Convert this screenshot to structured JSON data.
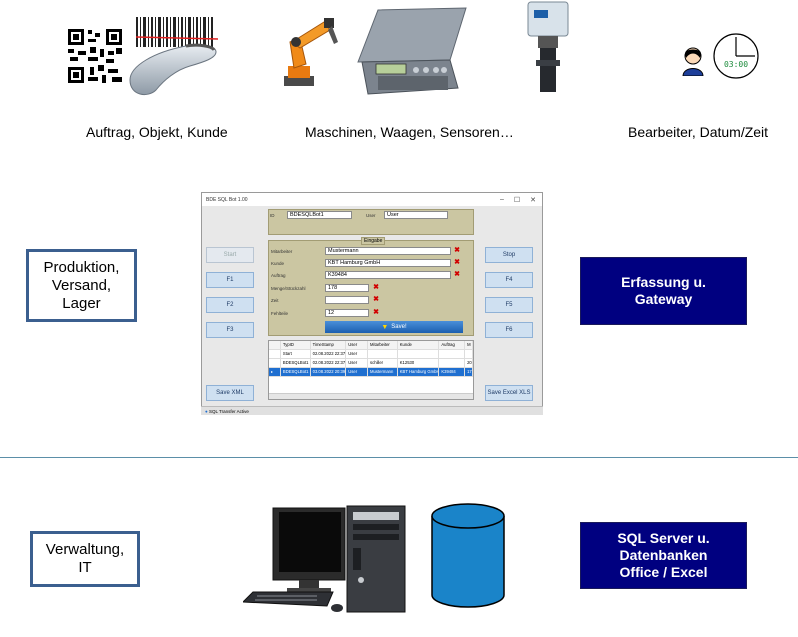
{
  "top_captions": {
    "left": "Auftrag, Objekt, Kunde",
    "middle": "Maschinen, Waagen, Sensoren…",
    "right": "Bearbeiter, Datum/Zeit"
  },
  "clock_display": "03:00",
  "left_boxes": {
    "production": [
      "Produktion,",
      "Versand,",
      "Lager"
    ],
    "admin": [
      "Verwaltung,",
      "IT"
    ]
  },
  "right_boxes": {
    "capture": [
      "Erfassung u.",
      "Gateway"
    ],
    "sql": [
      "SQL Server u.",
      "Datenbanken",
      "Office / Excel"
    ]
  },
  "colors": {
    "left_box_border": "#3b5f8f",
    "dark_box_bg": "#000080",
    "separator": "#5b8fa8"
  },
  "app": {
    "title": "BDE SQL Bot 1.00",
    "id_label": "ID",
    "id_value": "BDESQLBot1",
    "user_label": "User",
    "user_value": "User",
    "eingabe_label": "Eingabe",
    "left_buttons": [
      "Start",
      "F1",
      "F2",
      "F3"
    ],
    "right_buttons": [
      "Stop",
      "F4",
      "F5",
      "F6"
    ],
    "save_xml": "Save XML",
    "save_excel": "Save Excel XLS",
    "save_button": "Save!",
    "status": "SQL Transfer Active",
    "fields": [
      {
        "label": "Mitarbeiter",
        "value": "Mustermann"
      },
      {
        "label": "Kunde",
        "value": "KBT Hamburg GmbH"
      },
      {
        "label": "Auftrag",
        "value": "K39484"
      },
      {
        "label": "Menge/Stückzahl",
        "value": "178"
      },
      {
        "label": "Zeit",
        "value": ""
      },
      {
        "label": "Fehlteile",
        "value": "12"
      }
    ],
    "table": {
      "headers": [
        "",
        "TypID",
        "TimeStamp",
        "User",
        "Mitarbeiter",
        "Kunde",
        "Auftrag",
        "M"
      ],
      "rows": [
        [
          "",
          "Start",
          "02.08.2022 22:37",
          "User",
          "",
          "",
          "",
          ""
        ],
        [
          "",
          "BDESQLBot1",
          "02.08.2022 22:37",
          "User",
          "schiller",
          "K12530",
          "",
          "20"
        ],
        [
          "▸",
          "BDESQLBot1",
          "03.08.2022 20:39",
          "User",
          "Mustermann",
          "KBT Hamburg GmbH",
          "K39484",
          "17"
        ]
      ]
    }
  }
}
